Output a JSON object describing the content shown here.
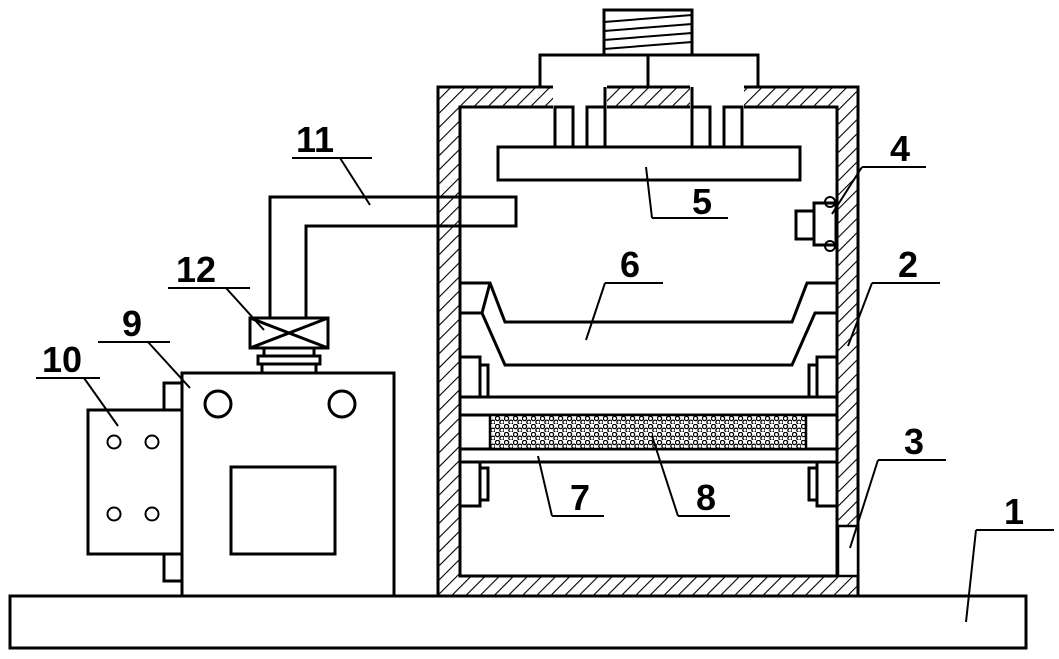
{
  "diagram": {
    "labels": {
      "base": "1",
      "box": "2",
      "door": "3",
      "sensor": "4",
      "press_plate": "5",
      "mold_tray": "6",
      "support_frame": "7",
      "filter_mesh": "8",
      "pump": "9",
      "control_box": "10",
      "pipe": "11",
      "valve": "12"
    }
  }
}
